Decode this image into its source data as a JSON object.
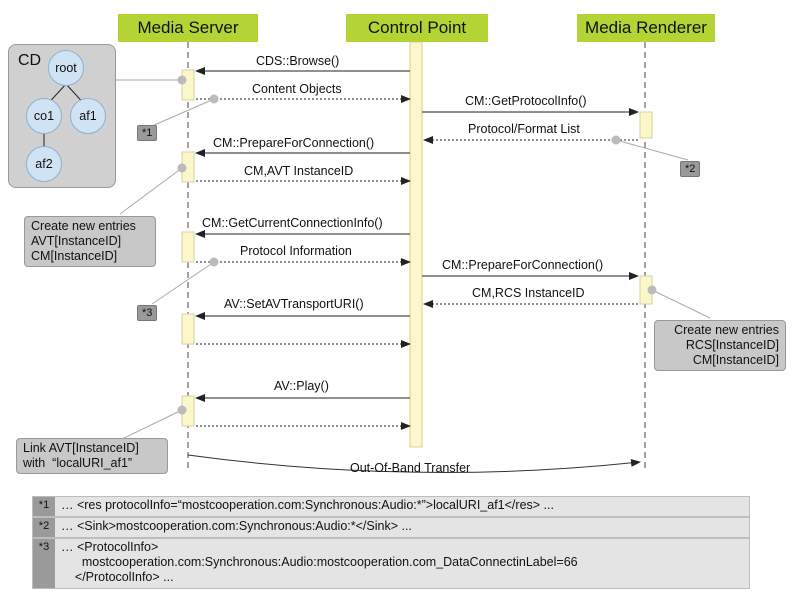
{
  "lanes": {
    "server": "Media Server",
    "control": "Control Point",
    "renderer": "Media Renderer"
  },
  "cd": {
    "title": "CD",
    "nodes": {
      "root": "root",
      "co1": "co1",
      "af1": "af1",
      "af2": "af2"
    }
  },
  "messages": {
    "browse": "CDS::Browse()",
    "content_objects": "Content Objects",
    "get_protocol_info": "CM::GetProtocolInfo()",
    "protocol_format_list": "Protocol/Format List",
    "prepare_server": "CM::PrepareForConnection()",
    "avt_instance": "CM,AVT InstanceID",
    "get_current_conn": "CM::GetCurrentConnectionInfo()",
    "protocol_information": "Protocol Information",
    "prepare_renderer": "CM::PrepareForConnection()",
    "rcs_instance": "CM,RCS InstanceID",
    "set_uri": "AV::SetAVTransportURI()",
    "play": "AV::Play()",
    "oob": "Out-Of-Band Transfer"
  },
  "notes": {
    "server_entries": "Create new entries\nAVT[InstanceID]\nCM[InstanceID]",
    "renderer_entries": "Create new entries\nRCS[InstanceID]\nCM[InstanceID]",
    "link": "Link AVT[InstanceID]\nwith  “localURI_af1”"
  },
  "tags": {
    "t1": "*1",
    "t2": "*2",
    "t3": "*3"
  },
  "footnotes": [
    {
      "tag": "*1",
      "text": "… <res protocolInfo=“mostcooperation.com:Synchronous:Audio:*”>localURI_af1</res> ..."
    },
    {
      "tag": "*2",
      "text": "… <Sink>mostcooperation.com:Synchronous:Audio:*</Sink> ..."
    },
    {
      "tag": "*3",
      "text": "… <ProtocolInfo>\n      mostcooperation.com:Synchronous:Audio:mostcooperation.com_DataConnectinLabel=66\n    </ProtocolInfo> ..."
    }
  ]
}
